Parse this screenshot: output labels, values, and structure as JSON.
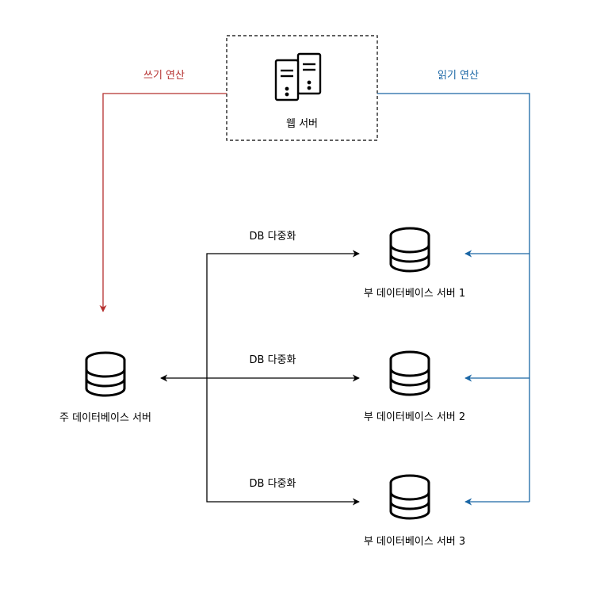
{
  "web_server": {
    "label": "웹 서버"
  },
  "edges": {
    "write_label": "쓰기 연산",
    "read_label": "읽기 연산",
    "replication_label": "DB 다중화"
  },
  "primary_db": {
    "label": "주 데이터베이스 서버"
  },
  "replicas": [
    {
      "label": "부 데이터베이스 서버 1"
    },
    {
      "label": "부 데이터베이스 서버 2"
    },
    {
      "label": "부 데이터베이스 서버 3"
    }
  ],
  "colors": {
    "write": "#b5302f",
    "read": "#1a66a5",
    "replication": "#000000",
    "node_border": "#000000"
  },
  "icons": {
    "web_server": "server-tower-icon",
    "database": "database-cylinder-icon"
  }
}
